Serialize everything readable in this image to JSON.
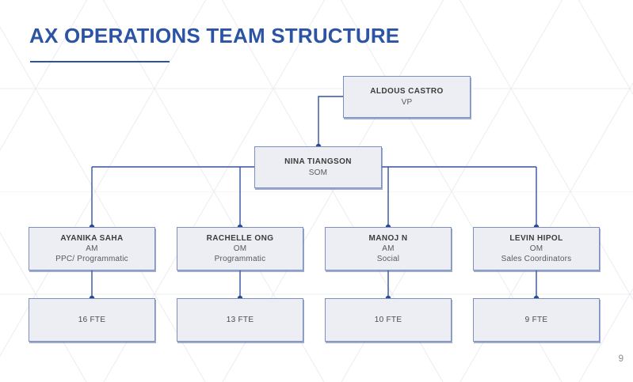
{
  "slide": {
    "title": "AX OPERATIONS TEAM STRUCTURE",
    "page_number": "9"
  },
  "colors": {
    "title_blue": "#2D54A3",
    "connector_blue": "#33539C",
    "dot_blue": "#2B4A8E",
    "box_fill": "#EDEEF3",
    "box_border": "#7D8FC1",
    "name_text": "#3C3C3C",
    "role_text": "#595959",
    "page_number_gray": "#8C8C8C",
    "pattern_line": "#EBECF1"
  },
  "org_chart": {
    "root": {
      "name": "ALDOUS CASTRO",
      "role": "VP"
    },
    "manager": {
      "name": "NINA TIANGSON",
      "role": "SOM"
    },
    "teams": [
      {
        "name": "AYANIKA SAHA",
        "role": "AM",
        "team": "PPC/ Programmatic",
        "fte": "16 FTE"
      },
      {
        "name": "RACHELLE ONG",
        "role": "OM",
        "team": "Programmatic",
        "fte": "13 FTE"
      },
      {
        "name": "MANOJ N",
        "role": "AM",
        "team": "Social",
        "fte": "10 FTE"
      },
      {
        "name": "LEVIN HIPOL",
        "role": "OM",
        "team": "Sales Coordinators",
        "fte": "9 FTE"
      }
    ]
  }
}
